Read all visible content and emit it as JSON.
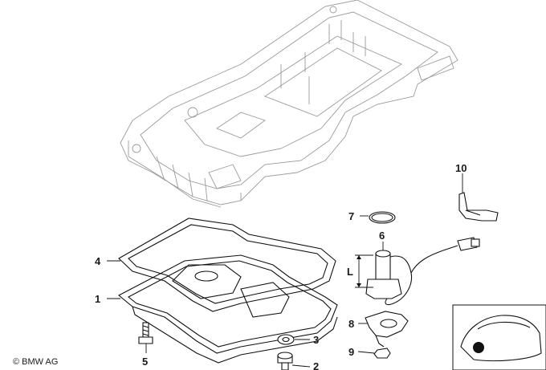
{
  "copyright": "© BMW AG",
  "dimension_label": "L",
  "callouts": [
    {
      "id": "1",
      "label": "1"
    },
    {
      "id": "2",
      "label": "2"
    },
    {
      "id": "3",
      "label": "3"
    },
    {
      "id": "4",
      "label": "4"
    },
    {
      "id": "5",
      "label": "5"
    },
    {
      "id": "6",
      "label": "6"
    },
    {
      "id": "7",
      "label": "7"
    },
    {
      "id": "8",
      "label": "8"
    },
    {
      "id": "9",
      "label": "9"
    },
    {
      "id": "10",
      "label": "10"
    }
  ]
}
